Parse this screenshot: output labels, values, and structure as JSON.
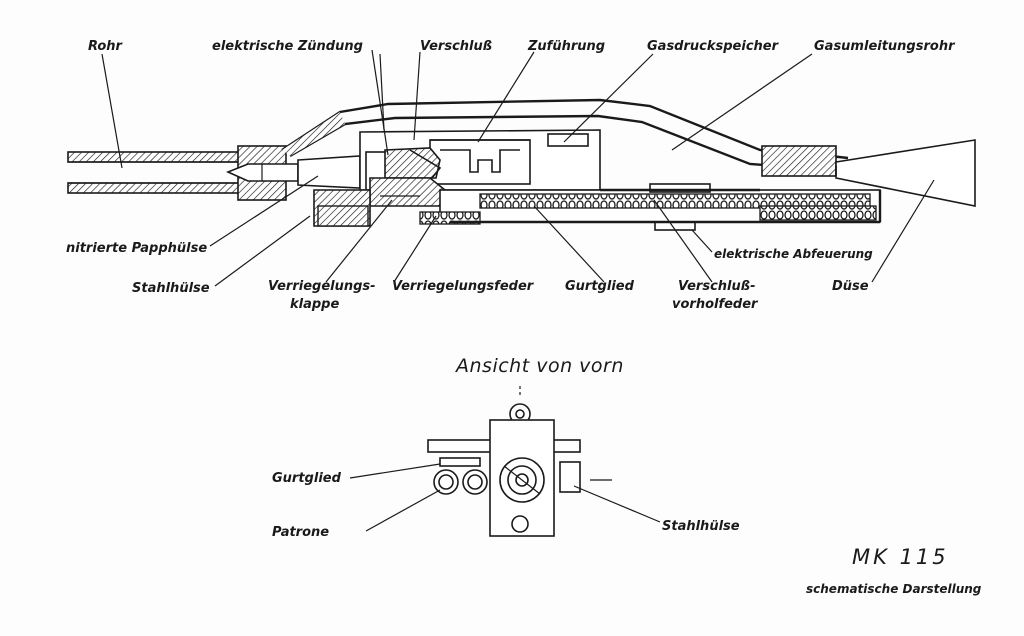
{
  "labels": {
    "rohr": "Rohr",
    "zuendung": "elektrische Zündung",
    "verschluss": "Verschluß",
    "zufuehrung": "Zuführung",
    "gasdruckspeicher": "Gasdruckspeicher",
    "gasumleitungsrohr": "Gasumleitungsrohr",
    "papphuelse": "nitrierte Papphülse",
    "stahlhuelse": "Stahlhülse",
    "verriegelungsklappe_1": "Verriegelungs-",
    "verriegelungsklappe_2": "klappe",
    "verriegelungsfeder": "Verriegelungsfeder",
    "gurtglied": "Gurtglied",
    "vorholfeder_1": "Verschluß-",
    "vorholfeder_2": "vorholfeder",
    "abfeuerung": "elektrische Abfeuerung",
    "duese": "Düse"
  },
  "front_view": {
    "title": "Ansicht von vorn",
    "gurtglied": "Gurtglied",
    "patrone": "Patrone",
    "stahlhuelse": "Stahlhülse"
  },
  "caption": {
    "model": "MK 115",
    "subtitle": "schematische Darstellung"
  }
}
